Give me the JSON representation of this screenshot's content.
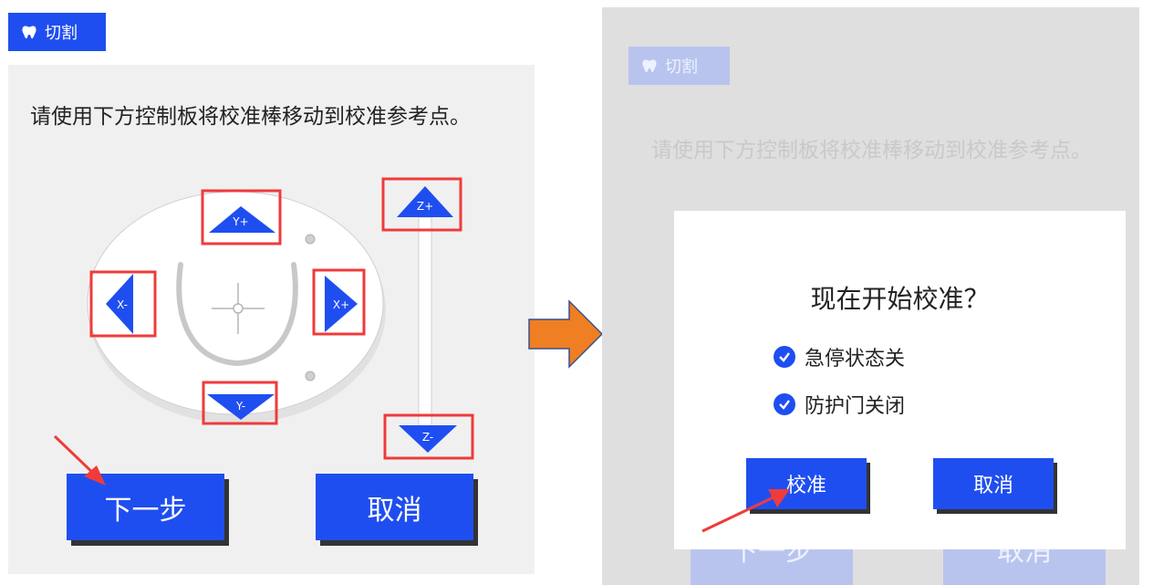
{
  "colors": {
    "primary": "#1f4ef0",
    "highlight_box": "#ef3b3b",
    "arrow_orange": "#ef7f22",
    "annotation_red": "#ef3b3b"
  },
  "left": {
    "tag": {
      "icon": "tooth-icon",
      "label": "切割"
    },
    "instruction": "请使用下方控制板将校准棒移动到校准参考点。",
    "controls": {
      "y_plus": "Y+",
      "y_minus": "Y-",
      "x_minus": "X-",
      "x_plus": "X+",
      "z_plus": "Z+",
      "z_minus": "Z-"
    },
    "buttons": {
      "next": "下一步",
      "cancel": "取消"
    }
  },
  "transition_arrow": {
    "icon": "arrow-right-icon"
  },
  "right": {
    "tag": {
      "icon": "tooth-icon",
      "label": "切割"
    },
    "instruction": "请使用下方控制板将校准棒移动到校准参考点。",
    "background_buttons": {
      "next": "下一步",
      "cancel": "取消"
    },
    "dialog": {
      "title": "现在开始校准？",
      "checks": [
        {
          "label": "急停状态关",
          "checked": true
        },
        {
          "label": "防护门关闭",
          "checked": true
        }
      ],
      "buttons": {
        "calibrate": "校准",
        "cancel": "取消"
      }
    }
  }
}
